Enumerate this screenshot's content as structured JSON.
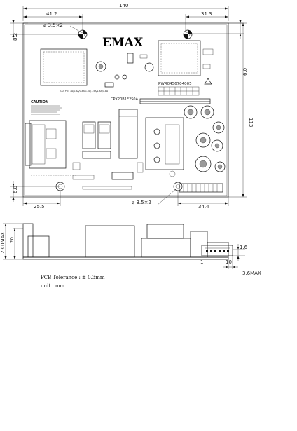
{
  "brand": "EMAX",
  "dimensions": {
    "overall_width": "140",
    "left_hole_offset": "41.2",
    "right_hole_offset": "31.3",
    "top_offset": "8.2",
    "right_top_offset": "6.0",
    "overall_height": "113",
    "bottom_left_offset": "6.8",
    "bottom_left_width": "25.5",
    "bottom_right_width": "34.4",
    "height_max": "23.0MAX",
    "height_20": "20",
    "pin_height": "1.6",
    "pin_depth": "3.6MAX",
    "pin_first": "1",
    "pin_last": "10"
  },
  "hole_labels": {
    "top_left": "⌀ 3.5×2",
    "bottom": "⌀ 3.5×2"
  },
  "board_text": {
    "part_number": "PWR0456704005",
    "caution_title": "CAUTION",
    "output_spec": "OUTPUT 3A/0.8A/0.8A  1.5A/1.5A/1.8A/1.8A",
    "model_code": "CPX20B1E2S0A"
  },
  "notes": {
    "tolerance": "PCB Tolerance : ± 0.3mm",
    "unit": "unit : mm"
  }
}
